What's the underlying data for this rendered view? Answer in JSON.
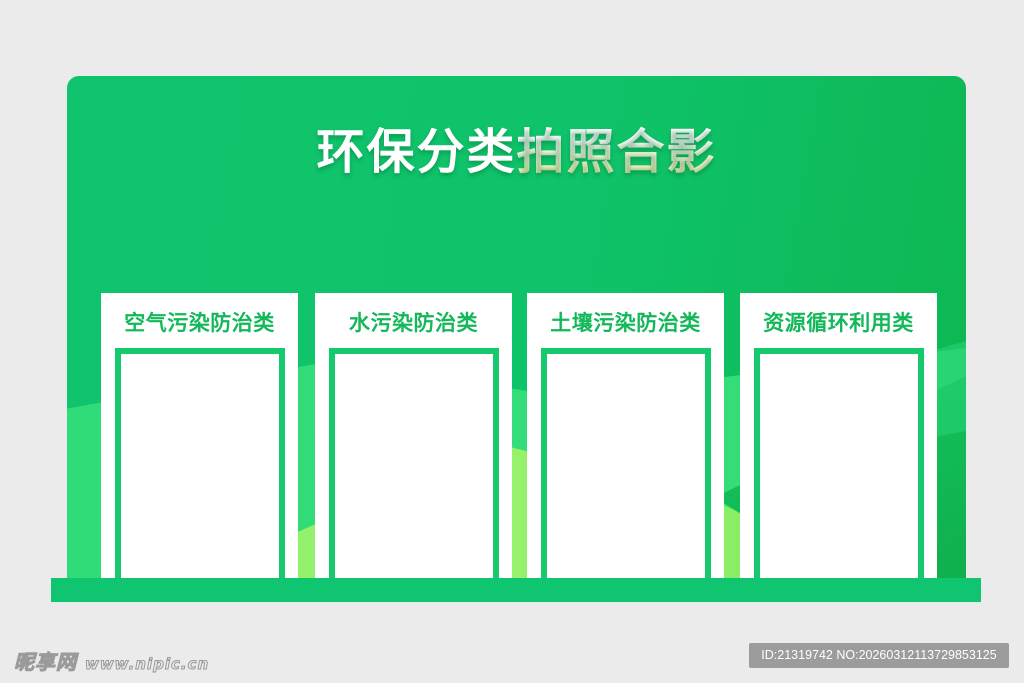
{
  "board": {
    "title_part1": "环保分类",
    "title_part2": "拍照合影",
    "colors": {
      "panel_green": "#10c46e",
      "accent_light_green": "#98f26c",
      "label_green": "#14b85a",
      "frame_green": "#16c96c",
      "title_highlight": "#f4f2a6",
      "base_bar": "#10c56f",
      "page_background": "#ebebeb"
    },
    "cards": [
      {
        "label": "空气污染防治类"
      },
      {
        "label": "水污染防治类"
      },
      {
        "label": "土壤污染防治类"
      },
      {
        "label": "资源循环利用类"
      }
    ]
  },
  "watermark": {
    "site_name": "昵享网",
    "site_url": "www.nipic.cn",
    "id_text": "ID:21319742 NO:20260312113729853125"
  }
}
